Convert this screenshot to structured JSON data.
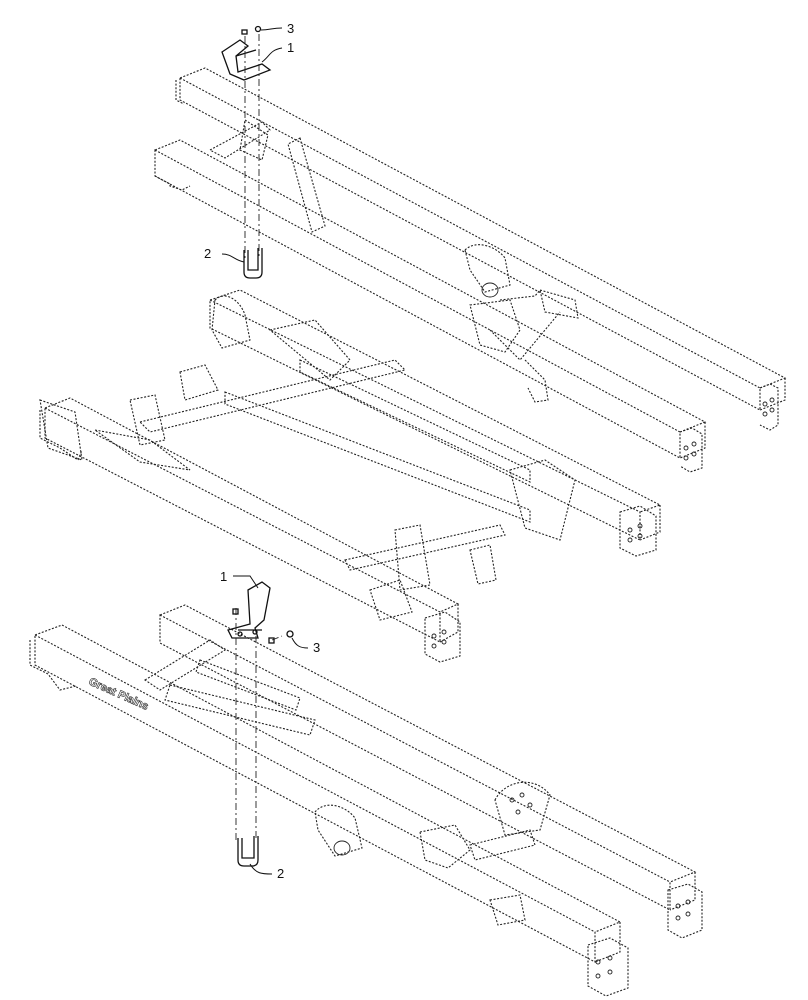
{
  "callouts": {
    "top_nut": "3",
    "top_bracket": "1",
    "top_ubolt": "2",
    "bottom_bracket": "1",
    "bottom_nut": "3",
    "bottom_ubolt": "2"
  },
  "brand_mark": "Great Plains"
}
